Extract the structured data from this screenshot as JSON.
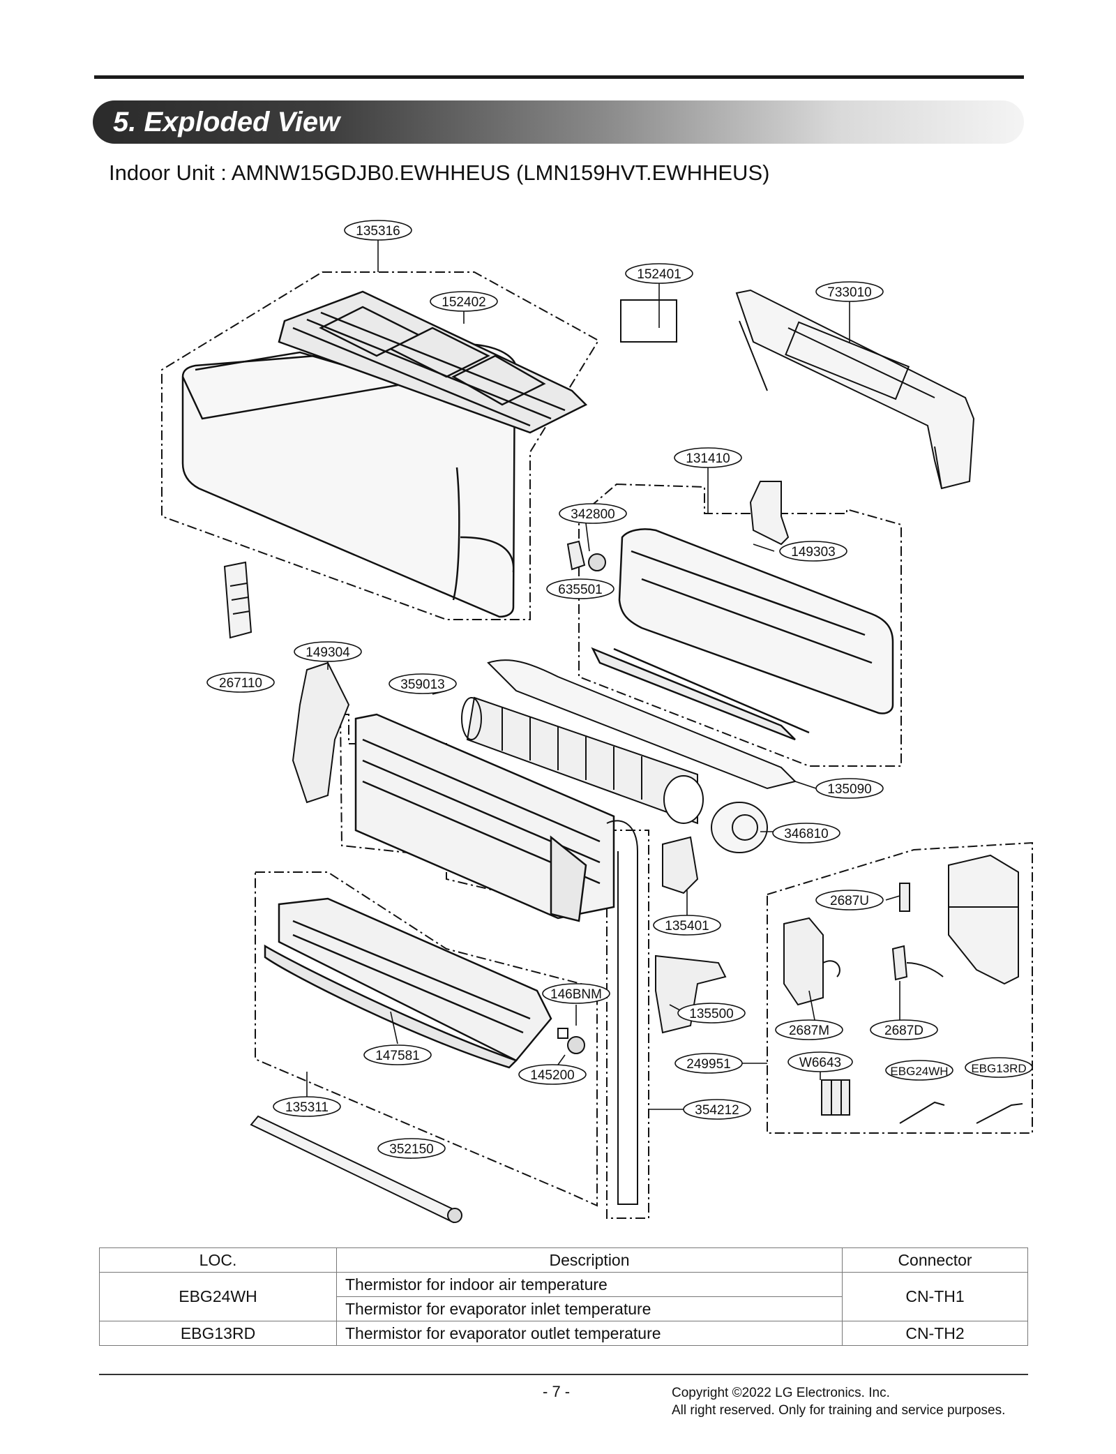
{
  "header": {
    "section_title": "5. Exploded View",
    "subtitle": "Indoor Unit : AMNW15GDJB0.EWHHEUS (LMN159HVT.EWHHEUS)"
  },
  "callouts": [
    {
      "id": "c01",
      "label": "135316"
    },
    {
      "id": "c02",
      "label": "152401"
    },
    {
      "id": "c03",
      "label": "733010"
    },
    {
      "id": "c04",
      "label": "152402"
    },
    {
      "id": "c05",
      "label": "131410"
    },
    {
      "id": "c06",
      "label": "342800"
    },
    {
      "id": "c07",
      "label": "149303"
    },
    {
      "id": "c08",
      "label": "635501"
    },
    {
      "id": "c09",
      "label": "149304"
    },
    {
      "id": "c10",
      "label": "267110"
    },
    {
      "id": "c11",
      "label": "359013"
    },
    {
      "id": "c12",
      "label": "135090"
    },
    {
      "id": "c13",
      "label": "346810"
    },
    {
      "id": "c14",
      "label": "2687U"
    },
    {
      "id": "c15",
      "label": "135401"
    },
    {
      "id": "c16",
      "label": "146BNM"
    },
    {
      "id": "c17",
      "label": "135500"
    },
    {
      "id": "c18",
      "label": "2687M"
    },
    {
      "id": "c19",
      "label": "2687D"
    },
    {
      "id": "c20",
      "label": "147581"
    },
    {
      "id": "c21",
      "label": "145200"
    },
    {
      "id": "c22",
      "label": "249951"
    },
    {
      "id": "c23",
      "label": "W6643"
    },
    {
      "id": "c24",
      "label": "EBG24WH"
    },
    {
      "id": "c25",
      "label": "EBG13RD"
    },
    {
      "id": "c26",
      "label": "135311"
    },
    {
      "id": "c27",
      "label": "354212"
    },
    {
      "id": "c28",
      "label": "352150"
    }
  ],
  "legend_table": {
    "headers": [
      "LOC.",
      "Description",
      "Connector"
    ],
    "rows": [
      {
        "loc": "EBG24WH",
        "descriptions": [
          "Thermistor for indoor air temperature",
          "Thermistor for evaporator inlet temperature"
        ],
        "connector": "CN-TH1"
      },
      {
        "loc": "EBG13RD",
        "descriptions": [
          "Thermistor for evaporator outlet temperature"
        ],
        "connector": "CN-TH2"
      }
    ]
  },
  "footer": {
    "page_number": "- 7 -",
    "copyright_line1": "Copyright ©2022 LG Electronics. Inc.",
    "copyright_line2": "All right reserved. Only for training and service purposes."
  }
}
